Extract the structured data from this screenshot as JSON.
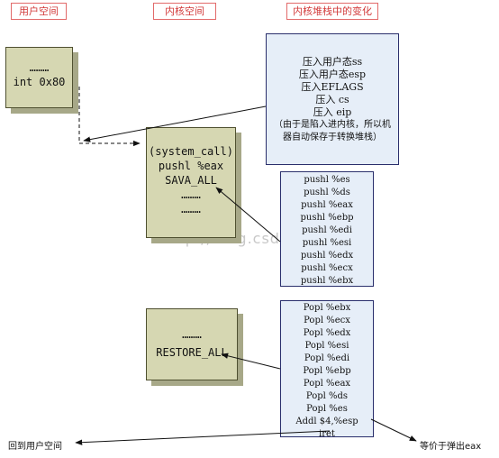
{
  "headers": {
    "user_space": "用户空间",
    "kernel_space": "内核空间",
    "stack_changes": "内核堆栈中的变化"
  },
  "user_box": {
    "lines": [
      "………",
      "int 0x80"
    ]
  },
  "syscall_box": {
    "lines": [
      "(system_call)",
      "pushl %eax",
      "SAVA_ALL",
      "………",
      "………"
    ]
  },
  "restore_box": {
    "lines": [
      "………",
      "RESTORE_ALL"
    ]
  },
  "hw_push_panel": {
    "lines": [
      "压入用户态ss",
      "压入用户态esp",
      "压入EFLAGS",
      "压入  cs",
      "压入  eip",
      "（由于是陷入进内核，所以机",
      "器自动保存于转换堆栈）"
    ]
  },
  "save_all_panel": {
    "lines": [
      "pushl  %es",
      "pushl  %ds",
      "pushl %eax",
      "pushl %ebp",
      "pushl %edi",
      "pushl %esi",
      "pushl %edx",
      "pushl %ecx",
      "pushl %ebx"
    ]
  },
  "restore_panel": {
    "lines": [
      "Popl %ebx",
      "Popl %ecx",
      "Popl %edx",
      "Popl %esi",
      "Popl %edi",
      "Popl %ebp",
      "Popl %eax",
      "Popl  %ds",
      "Popl  %es",
      "Addl $4,%esp",
      "iret"
    ]
  },
  "labels": {
    "return_user": "回到用户空间",
    "equiv_pop_eax": "等价于弹出eax"
  },
  "watermark": "http://blog.csdn.net/"
}
